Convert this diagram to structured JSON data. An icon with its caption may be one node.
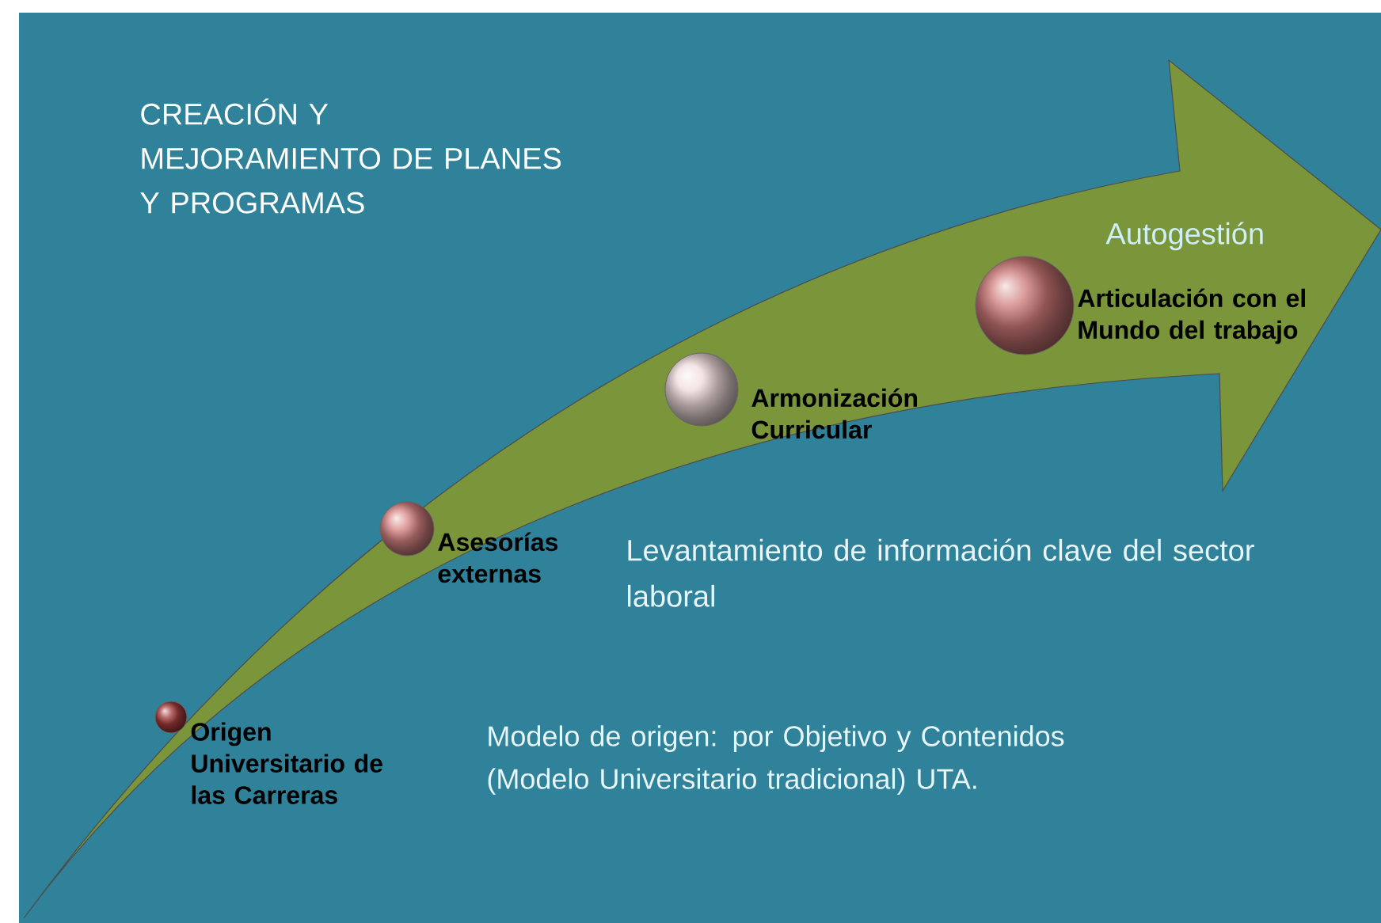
{
  "diagram": {
    "title": "CREACIÓN Y MEJORAMIENTO DE PLANES Y PROGRAMAS",
    "nodes": [
      {
        "text": [],
        "shape": "circle",
        "beside": [
          "Origen Universitario de las Carreras"
        ]
      },
      {
        "text": [],
        "shape": "circle",
        "beside": [
          "Asesorías externas"
        ]
      },
      {
        "text": [],
        "shape": "circle",
        "beside": [
          "Armonización Curricular"
        ]
      },
      {
        "text": [],
        "shape": "circle",
        "beside": [
          "Articulación con el Mundo del trabajo"
        ]
      }
    ],
    "labels": [
      "Autogestión",
      "Levantamiento de información clave del sector laboral",
      "Modelo de origen:  por Objetivo y Contenidos  (Modelo Universitario tradicional)  UTA."
    ]
  }
}
